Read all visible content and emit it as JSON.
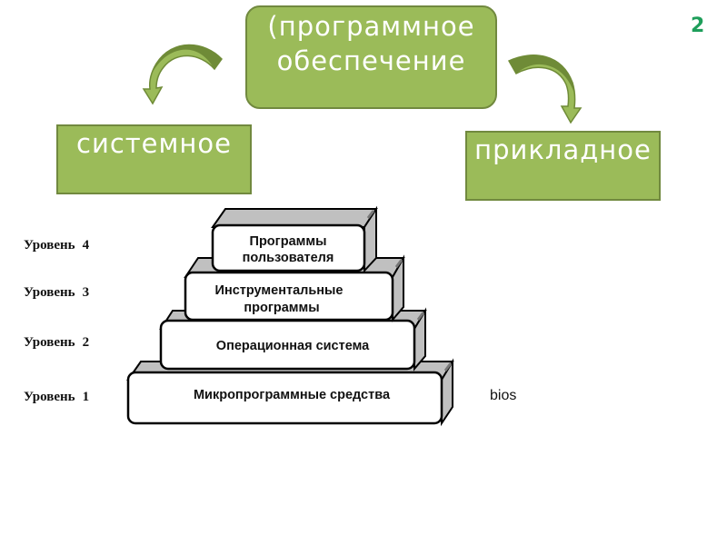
{
  "slide_number": "2",
  "hierarchy": {
    "root": {
      "label": "(программное обеспечение"
    },
    "children": [
      {
        "label": "системное",
        "direction": "left"
      },
      {
        "label": "прикладное",
        "direction": "right"
      }
    ]
  },
  "pyramid": {
    "levels": [
      {
        "level_label": "Уровень",
        "level_number": "4",
        "line1": "Программы",
        "line2": "пользователя"
      },
      {
        "level_label": "Уровень",
        "level_number": "3",
        "line1": "Инструментальные",
        "line2": "программы"
      },
      {
        "level_label": "Уровень",
        "level_number": "2",
        "line1": "Операционная система",
        "line2": ""
      },
      {
        "level_label": "Уровень",
        "level_number": "1",
        "line1": "Микропрограммные средства",
        "line2": ""
      }
    ],
    "annotation": "bios"
  },
  "colors": {
    "box_fill": "#9bbb59",
    "box_border": "#71893f",
    "arrow_dark": "#6f8b37",
    "arrow_light": "#9bbb59",
    "slide_number": "#1e9e5a",
    "block_side": "#c0c0c0"
  }
}
